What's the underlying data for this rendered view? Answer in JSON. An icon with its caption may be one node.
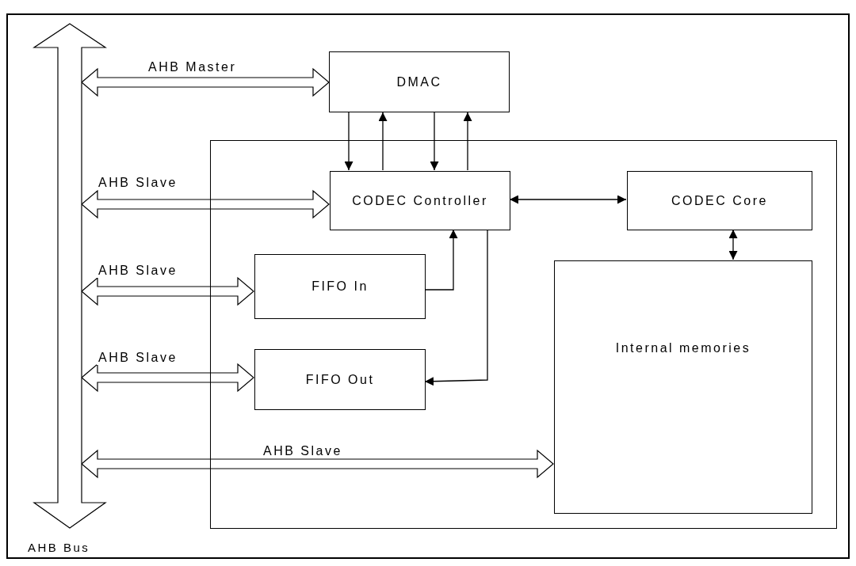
{
  "diagram": {
    "nodes": [
      {
        "text": [
          "AHB Bus"
        ]
      },
      {
        "text": [
          "DMAC"
        ]
      },
      {
        "text": [],
        "shape": "box"
      },
      {
        "text": [
          "CODEC Controller"
        ],
        "in": 2
      },
      {
        "text": [
          "CODEC Core"
        ],
        "in": 2
      },
      {
        "text": [
          "FIFO In"
        ],
        "in": 2
      },
      {
        "text": [
          "FIFO Out"
        ],
        "in": 2
      },
      {
        "text": [
          "Internal memories"
        ],
        "in": 2
      }
    ],
    "edges": [
      {
        "from": 0,
        "to": 1,
        "arrow": "both",
        "label": "AHB Master",
        "style": "thick"
      },
      {
        "from": 0,
        "to": 3,
        "arrow": "both",
        "label": "AHB Slave",
        "style": "thick"
      },
      {
        "from": 0,
        "to": 5,
        "arrow": "both",
        "label": "AHB Slave",
        "style": "thick"
      },
      {
        "from": 0,
        "to": 6,
        "arrow": "both",
        "label": "AHB Slave",
        "style": "thick"
      },
      {
        "from": 0,
        "to": 7,
        "arrow": "both",
        "label": "AHB Slave",
        "style": "thick"
      },
      {
        "from": 1,
        "to": 3,
        "arrow": "to"
      },
      {
        "from": 3,
        "to": 1,
        "arrow": "to"
      },
      {
        "from": 1,
        "to": 3,
        "arrow": "to"
      },
      {
        "from": 3,
        "to": 1,
        "arrow": "to"
      },
      {
        "from": 3,
        "to": 4,
        "arrow": "both"
      },
      {
        "from": 5,
        "to": 3,
        "arrow": "to"
      },
      {
        "from": 3,
        "to": 6,
        "arrow": "to"
      },
      {
        "from": 4,
        "to": 7,
        "arrow": "both"
      }
    ]
  }
}
